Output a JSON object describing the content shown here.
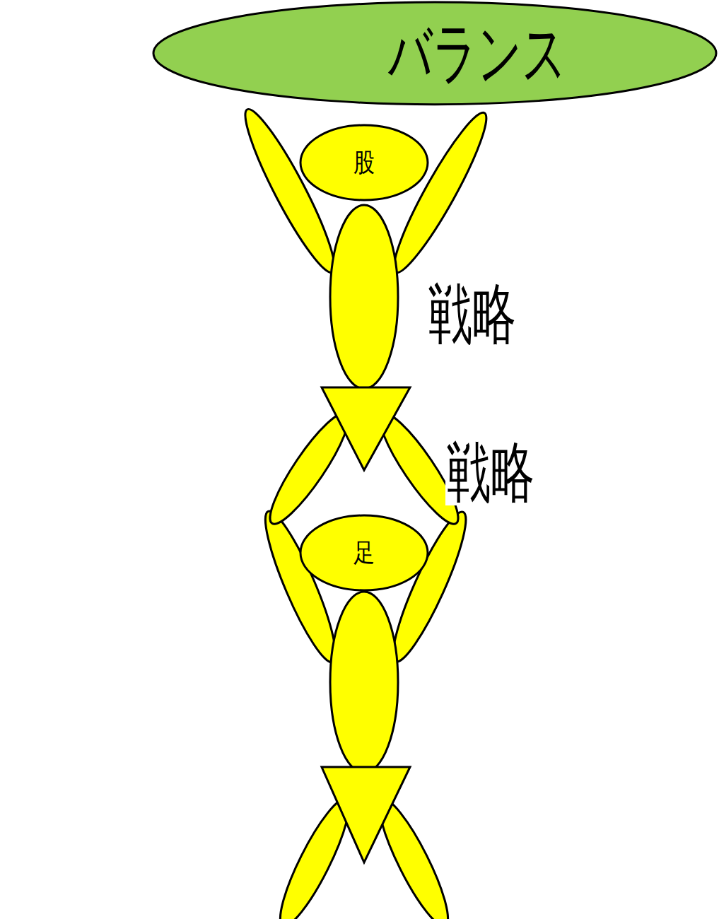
{
  "diagram": {
    "nodes": [
      {
        "text": [
          "バランス"
        ]
      },
      {
        "text": [
          "股"
        ]
      },
      {
        "text": [
          "足"
        ]
      }
    ],
    "labels": [
      "戦略",
      "戦略"
    ]
  }
}
